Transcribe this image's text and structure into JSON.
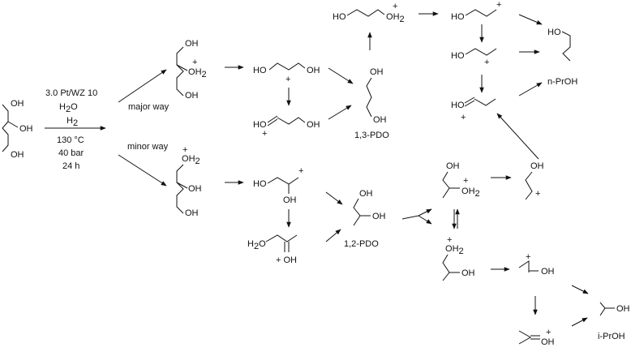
{
  "conditions": {
    "catalyst": "3.0 Pt/WZ 10",
    "solvent": "H",
    "solvent_sub": "2",
    "solvent_tail": "O",
    "gas": "H",
    "gas_sub": "2",
    "temperature": "130 °C",
    "pressure": "40 bar",
    "time": "24 h"
  },
  "pathway_labels": {
    "major": "major way",
    "minor": "minor way"
  },
  "products": {
    "pdo13": "1,3-PDO",
    "pdo12": "1,2-PDO",
    "npropanol": "n-PrOH",
    "ipropanol": "i-PrOH"
  },
  "atoms": {
    "oh": "OH",
    "ho": "HO",
    "o": "O",
    "h": "H",
    "two": "2",
    "plus": "+",
    "plus_oh": "+ OH"
  }
}
